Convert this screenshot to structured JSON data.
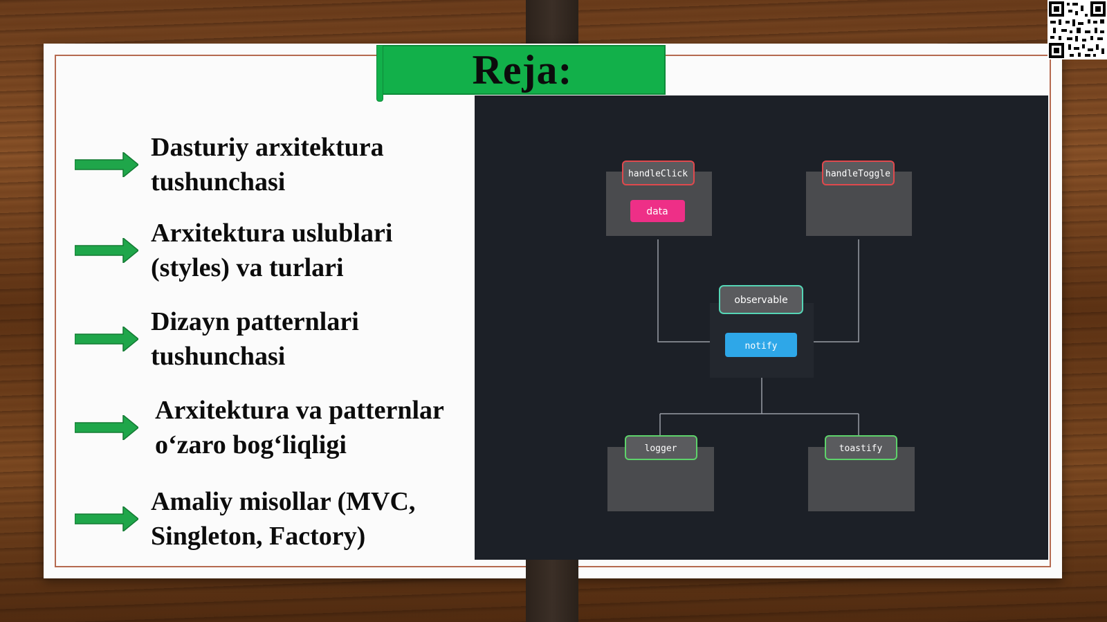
{
  "slide": {
    "title": "Reja:",
    "items": [
      {
        "line1": "Dasturiy arxitektura",
        "line2": "tushunchasi"
      },
      {
        "line1": "Arxitektura uslublari",
        "line2": "(styles) va turlari"
      },
      {
        "line1": "Dizayn patternlari",
        "line2": "tushunchasi"
      },
      {
        "line1": "Arxitektura va patternlar",
        "line2": "o‘zaro bog‘liqligi"
      },
      {
        "line1": "Amaliy misollar (MVC,",
        "line2": "Singleton, Factory)"
      }
    ]
  },
  "diagram": {
    "nodes": {
      "handle_click": "handleClick",
      "data": "data",
      "handle_toggle": "handleToggle",
      "observable": "observable",
      "notify": "notify",
      "logger": "logger",
      "toastify": "toastify"
    }
  },
  "colors": {
    "banner_green": "#12b04a",
    "arrow_green": "#1fa64a",
    "diagram_bg": "#1c2027",
    "red_outline": "#e0494d",
    "green_outline": "#5ed36b",
    "teal_outline": "#56d6b6",
    "pink_chip": "#ee2f87",
    "blue_chip": "#2ea7e8"
  }
}
